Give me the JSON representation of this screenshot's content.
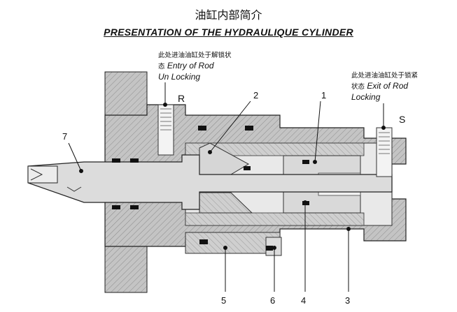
{
  "title_cn": "油缸内部简介",
  "title_en": "PRESENTATION OF THE HYDRAULIQUE CYLINDER",
  "entry": {
    "cn_line1": "此处进油油缸处于解锁状",
    "cn_line2": "态",
    "en_line1": "Entry of Rod",
    "en_line2": "Un Locking"
  },
  "exit": {
    "cn_line1": "此处进油油缸处于锁紧",
    "cn_line2": "状态",
    "en_line1": "Exit of Rod",
    "en_line2": "Locking"
  },
  "ports": {
    "r": "R",
    "s": "S"
  },
  "callouts": {
    "c1": "1",
    "c2": "2",
    "c3": "3",
    "c4": "4",
    "c5": "5",
    "c6": "6",
    "c7": "7"
  },
  "colors": {
    "body_fill": "#bdbdbd",
    "light_fill": "#e6e6e6",
    "rod_fill": "#d8d8d8",
    "seal_fill": "#111111",
    "outline": "#222222"
  }
}
